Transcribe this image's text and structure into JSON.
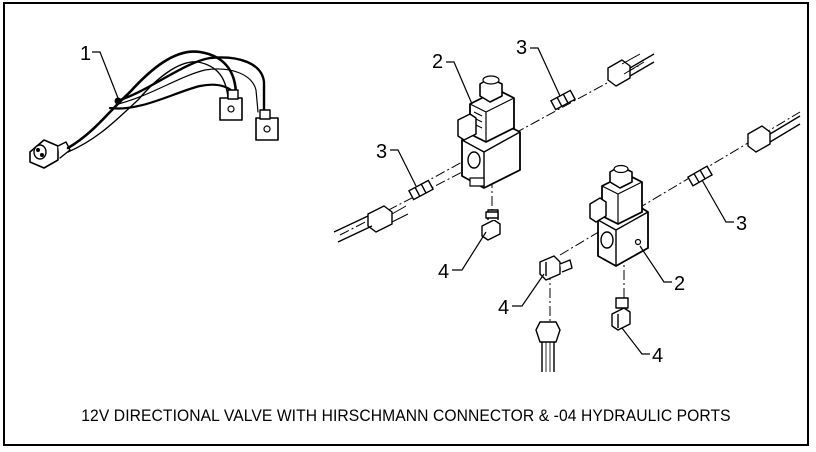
{
  "callouts": {
    "c1": "1",
    "c2a": "2",
    "c2b": "2",
    "c3a": "3",
    "c3b": "3",
    "c3c": "3",
    "c4a": "4",
    "c4b": "4",
    "c4c": "4"
  },
  "caption": "12V DIRECTIONAL VALVE WITH HIRSCHMANN CONNECTOR & -04 HYDRAULIC PORTS"
}
